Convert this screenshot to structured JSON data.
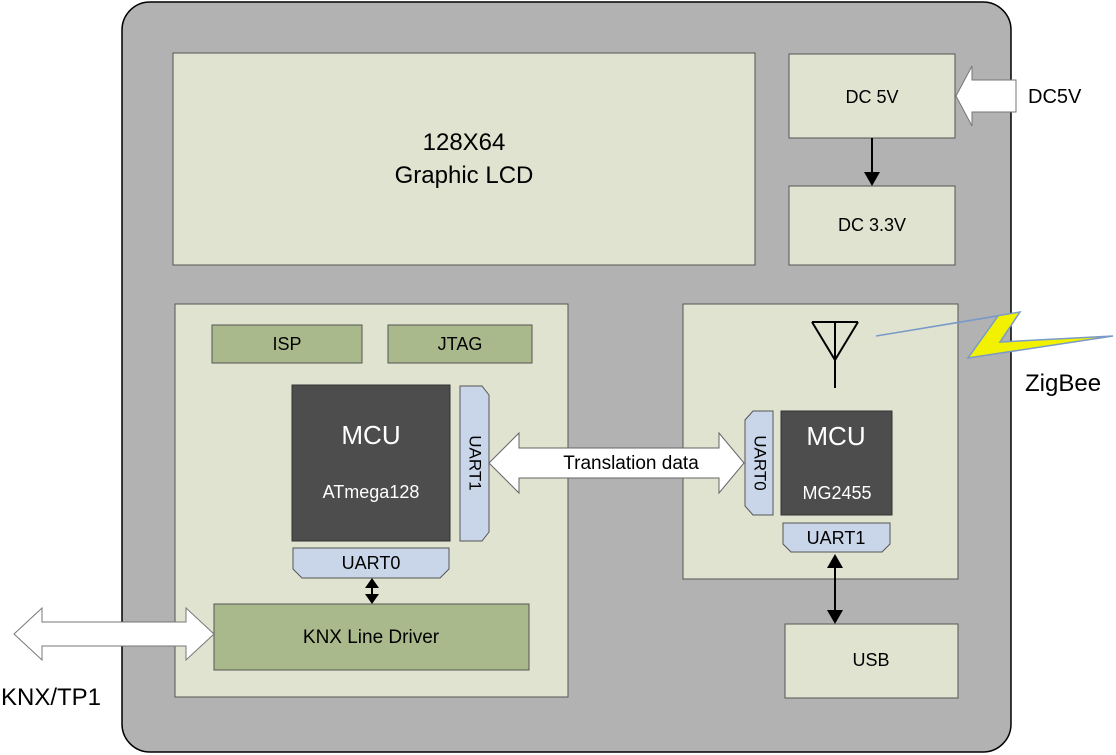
{
  "lcd": {
    "line1": "128X64",
    "line2": "Graphic LCD"
  },
  "power": {
    "dc5v_block": "DC 5V",
    "dc33v_block": "DC 3.3V",
    "input_label": "DC5V"
  },
  "knx_module": {
    "isp": "ISP",
    "jtag": "JTAG",
    "mcu_title": "MCU",
    "mcu_part": "ATmega128",
    "uart1": "UART1",
    "uart0": "UART0",
    "line_driver": "KNX Line Driver",
    "bus_label": "KNX/TP1"
  },
  "zigbee_module": {
    "mcu_title": "MCU",
    "mcu_part": "MG2455",
    "uart0": "UART0",
    "uart1": "UART1",
    "usb": "USB",
    "wireless_label": "ZigBee"
  },
  "link": {
    "label": "Translation data"
  },
  "colors": {
    "board": "#b2b2b2",
    "panel": "#dfe3d0",
    "module_block": "#aab98c",
    "mcu": "#4d4d4d",
    "uart": "#c9d6ea",
    "lightning": "#f2f200"
  }
}
